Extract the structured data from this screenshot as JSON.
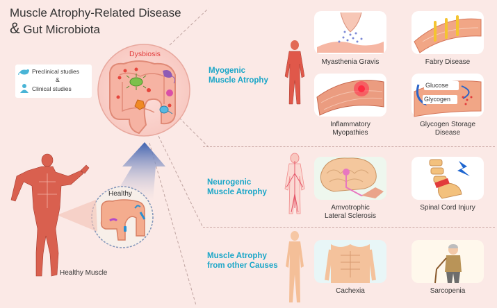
{
  "title": {
    "line1": "Muscle Atrophy-Related Disease",
    "amp": "&",
    "line2": "Gut Microbiota"
  },
  "legend": {
    "preclinical": "Preclinical studies",
    "amp": "&",
    "clinical": "Clinical studies"
  },
  "dysbiosis_label": "Dysbiosis",
  "healthy_label": "Healthy",
  "healthy_muscle_label": "Healthy Muscle",
  "categories": [
    {
      "label_lines": [
        "Myogenic",
        "Muscle Atrophy"
      ],
      "diseases": [
        {
          "label_lines": [
            "Myasthenia Gravis"
          ]
        },
        {
          "label_lines": [
            "Fabry Disease"
          ]
        },
        {
          "label_lines": [
            "Inflammatory",
            "Myopathies"
          ]
        },
        {
          "label_lines": [
            "Glycogen Storage",
            "Disease"
          ]
        }
      ]
    },
    {
      "label_lines": [
        "Neurogenic",
        "Muscle Atrophy"
      ],
      "diseases": [
        {
          "label_lines": [
            "Amvotrophic",
            "Lateral Sclerosis"
          ]
        },
        {
          "label_lines": [
            "Spinal Cord Injury"
          ]
        }
      ]
    },
    {
      "label_lines": [
        "Muscle Atrophy",
        "from other Causes"
      ],
      "diseases": [
        {
          "label_lines": [
            "Cachexia"
          ]
        },
        {
          "label_lines": [
            "Sarcopenia"
          ]
        }
      ]
    }
  ],
  "glycogen_panel": {
    "top": "Glucose",
    "bottom": "Glycogen"
  },
  "colors": {
    "background": "#fbe9e6",
    "accent": "#1aa6c8",
    "muscle": "#d9534a",
    "gut": "#f2a98f",
    "arrow": "#4a6fb8"
  },
  "icons": {
    "preclinical": "mouse-icon",
    "clinical": "person-icon"
  }
}
